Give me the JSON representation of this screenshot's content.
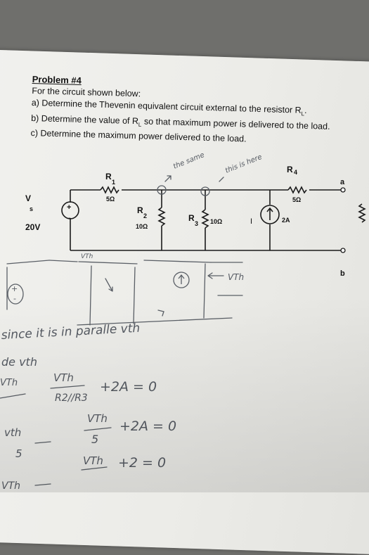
{
  "problem": {
    "title": "Problem #4",
    "intro": "For the circuit shown below:",
    "part_a": "a) Determine the Thevenin equivalent circuit external to the resistor R",
    "part_a_sub": "L",
    "part_b_pre": "b) Determine the value of R",
    "part_b_sub": "L",
    "part_b_post": " so that maximum power is delivered to the load.",
    "part_c": "c) Determine the maximum power delivered to the load."
  },
  "circuit": {
    "vs_label": "V",
    "vs_sub": "s",
    "vs_value": "20V",
    "r1_label": "R",
    "r1_sub": "1",
    "r1_value": "5Ω",
    "r2_label": "R",
    "r2_sub": "2",
    "r2_value": "10Ω",
    "r3_label": "R",
    "r3_sub": "3",
    "r3_value": "10Ω",
    "current_symbol": "I",
    "current_value": "2A",
    "r4_label": "R",
    "r4_sub": "4",
    "r4_value": "5Ω",
    "node_a": "a",
    "node_b": "b"
  },
  "handwriting": {
    "note_1": "the same",
    "note_2": "this is here",
    "vth_arrow": "VTh",
    "circuit_vth": "VTh",
    "sentence_1": "since it is in paralle vth",
    "sentence_2": "de vth",
    "eq1_left": "VTh",
    "eq1_num": "VTh",
    "eq1_den": "R2//R3",
    "eq1_right": "+2A = 0",
    "eq2_left": "vth",
    "eq2_num": "VTh",
    "eq2_den": "5",
    "eq2_right": "+2A = 0",
    "eq3_left": "VTh",
    "eq3_num": "VTh",
    "eq3_right": "+2 = 0",
    "corner_5": "5"
  }
}
